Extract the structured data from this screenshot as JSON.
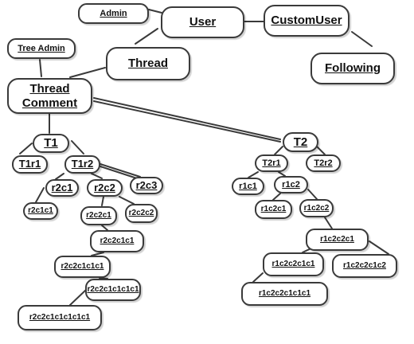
{
  "nodes": {
    "admin": "Admin",
    "user": "User",
    "custom_user": "CustomUser",
    "tree_admin": "Tree Admin",
    "thread": "Thread",
    "following": "Following",
    "thread_comment_line1": "Thread",
    "thread_comment_line2": "Comment",
    "t1": "T1",
    "t2": "T2",
    "t1r1": "T1r1",
    "t1r2": "T1r2",
    "t2r1": "T2r1",
    "t2r2": "T2r2",
    "r2c1": "r2c1",
    "r2c2": "r2c2",
    "r2c3": "r2c3",
    "r1c1": "r1c1",
    "r1c2": "r1c2",
    "r2c1c1": "r2c1c1",
    "r2c2c1": "r2c2c1",
    "r2c2c2": "r2c2c2",
    "r1c2c1": "r1c2c1",
    "r1c2c2": "r1c2c2",
    "r2c2c1c1": "r2c2c1c1",
    "r1c2c2c1": "r1c2c2c1",
    "r2c2c1c1c1": "r2c2c1c1c1",
    "r1c2c2c1c1": "r1c2c2c1c1",
    "r1c2c2c1c2": "r1c2c2c1c2",
    "r2c2c1c1c1c1": "r2c2c1c1c1c1",
    "r1c2c2c1c1c1": "r1c2c2c1c1c1",
    "r2c2c1c1c1c1c1": "r2c2c1c1c1c1c1"
  },
  "colors": {
    "stroke": "#3a3a3a",
    "text": "#111111",
    "background": "#ffffff"
  }
}
